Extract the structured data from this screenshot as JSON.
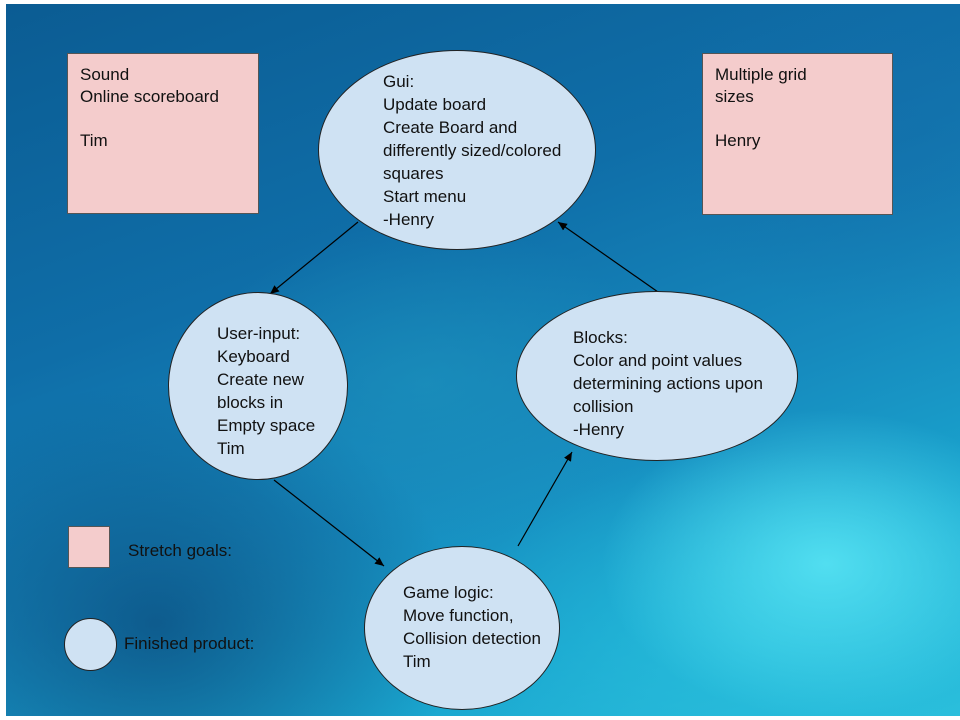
{
  "stretch_boxes": {
    "left": "Sound\nOnline scoreboard\n\nTim",
    "right": "Multiple grid\nsizes\n\nHenry"
  },
  "nodes": {
    "gui": "Gui:\nUpdate board\nCreate Board and\ndifferently sized/colored\nsquares\nStart menu\n-Henry",
    "user_input": "User-input:\nKeyboard\nCreate new\nblocks in\nEmpty space\nTim",
    "blocks": "Blocks:\nColor and point values\ndetermining actions upon\ncollision\n-Henry",
    "game_logic": "Game logic:\nMove function,\nCollision detection\nTim"
  },
  "legend": {
    "stretch_label": "Stretch goals:",
    "finished_label": "Finished product:"
  },
  "colors": {
    "stretch_fill": "#f4cccc",
    "finished_fill": "#cfe2f3",
    "background": "#1580b5"
  }
}
